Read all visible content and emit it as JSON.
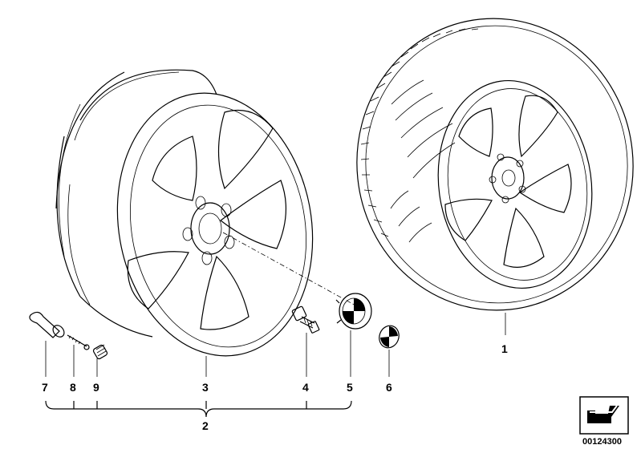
{
  "callouts": {
    "c1": "1",
    "c2": "2",
    "c3": "3",
    "c4": "4",
    "c5": "5",
    "c6": "6",
    "c7": "7",
    "c8": "8",
    "c9": "9"
  },
  "document_number": "00124300",
  "icons": {
    "wheel_rim": "alloy-rim-five-spoke",
    "complete_wheel": "tire-and-rim-assembly",
    "wheel_bolt": "wheel-bolt",
    "hub_cap": "hub-cap-emblem",
    "emblem": "round-emblem",
    "valve": "tire-valve",
    "valve_core": "valve-core",
    "valve_cap": "valve-cap",
    "corner_arrow": "curved-arrow-icon"
  },
  "colors": {
    "ink": "#000000",
    "paper": "#ffffff"
  }
}
